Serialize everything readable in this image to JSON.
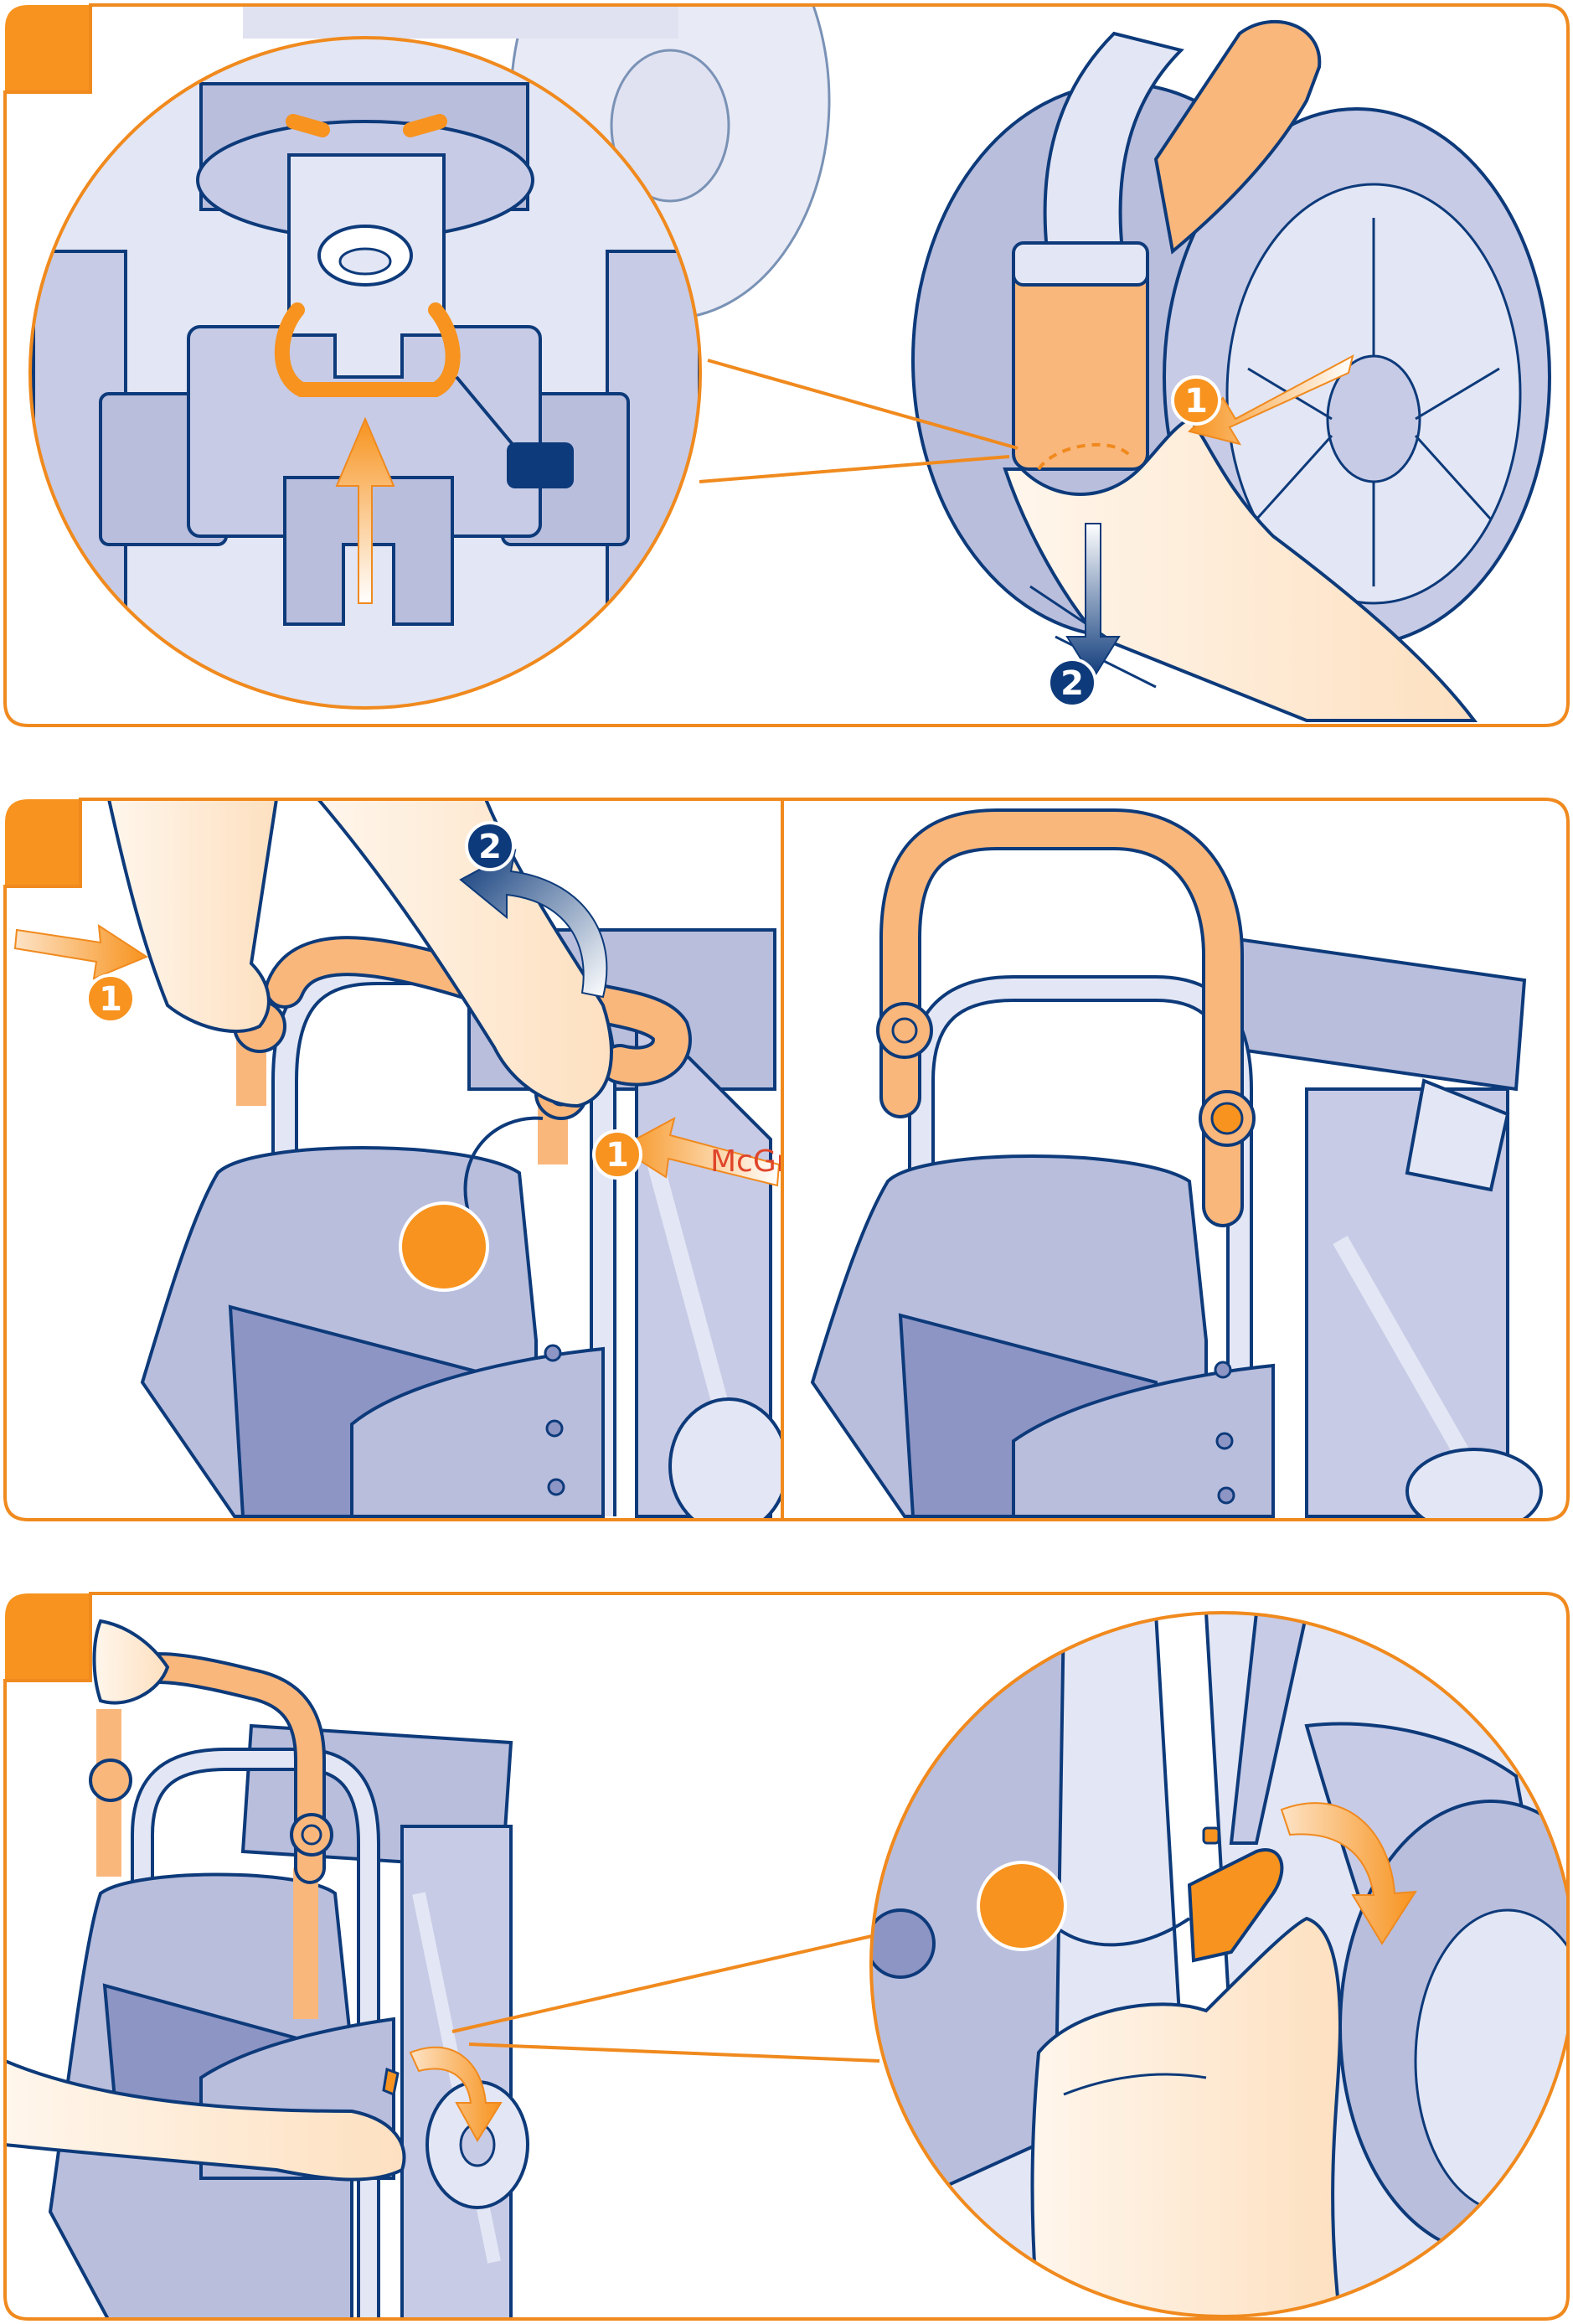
{
  "watermark": "McGrp.Ru",
  "panels": [
    {
      "step_numbers": [
        "1",
        "2"
      ]
    },
    {
      "step_numbers": [
        "2",
        "1",
        "1"
      ]
    },
    {
      "step_numbers": []
    }
  ],
  "colors": {
    "frame": "#f08a1e",
    "badge": "#f7931e",
    "navy": "#0d3a7a",
    "fabric": "#b9bedd",
    "fabric_dark": "#8d95c4",
    "skin": "#fde3c6",
    "orange_part": "#f9b77c"
  }
}
